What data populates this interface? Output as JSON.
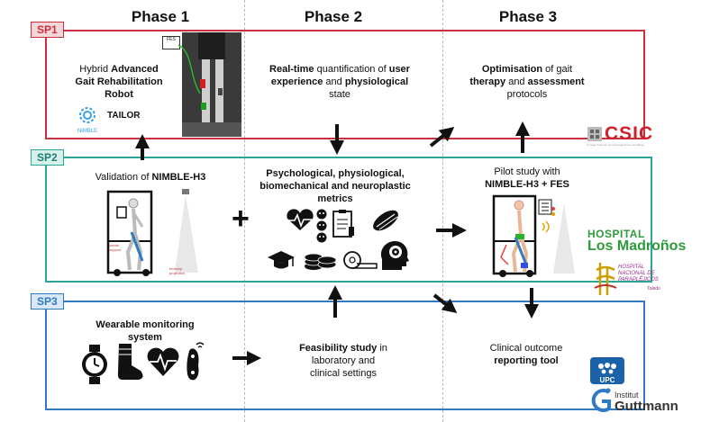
{
  "phases": [
    "Phase 1",
    "Phase 2",
    "Phase 3"
  ],
  "sp_tags": [
    "SP1",
    "SP2",
    "SP3"
  ],
  "colors": {
    "sp1": "#c9323c",
    "sp2": "#2aa597",
    "sp3": "#2f79c5",
    "madronos_green": "#2d9b3a",
    "csic_red": "#d0202e",
    "paraplejicos": "#b8860b"
  },
  "sp1": {
    "cell1": [
      "Hybrid ",
      "Advanced",
      "Gait Rehabilitation",
      "Robot"
    ],
    "nimble_label": "NIMBLE",
    "tailor_label": "TAILOR",
    "fes_label": "FES",
    "cell2": [
      "Real-time",
      " quantification of ",
      "user",
      "experience",
      " and ",
      "physiological",
      "state"
    ],
    "cell3": [
      "Optimisation",
      " of gait",
      "therapy",
      " and ",
      "assessment",
      "protocols"
    ]
  },
  "sp2": {
    "cell1": [
      "Validation of ",
      "NIMBLE-H3"
    ],
    "cell2": [
      "Psychological, physiological,",
      "biomechanical and neuroplastic",
      "metrics"
    ],
    "cell3": [
      "Pilot study with",
      "NIMBLE-H3 + FES"
    ],
    "plus": "+",
    "robot_caption_left": "partial support",
    "robot_caption_right": "footstep projection"
  },
  "sp3": {
    "cell1": [
      "Wearable monitoring",
      "system"
    ],
    "cell2": [
      "Feasibility study",
      " in",
      "laboratory and",
      "clinical settings"
    ],
    "cell3": [
      "Clinical outcome",
      "reporting tool"
    ]
  },
  "partners": {
    "csic": "CSIC",
    "csic_sub": "Consejo Superior de Investigaciones Científicas",
    "hospital": "HOSPITAL",
    "madronos": "Los Madroños",
    "hnp": [
      "HOSPITAL",
      "NACIONAL DE",
      "PARAPLÉJICOS"
    ],
    "toledo": "Toledo",
    "upc": "UPC",
    "institut": "Institut",
    "guttmann": "Guttmann"
  }
}
